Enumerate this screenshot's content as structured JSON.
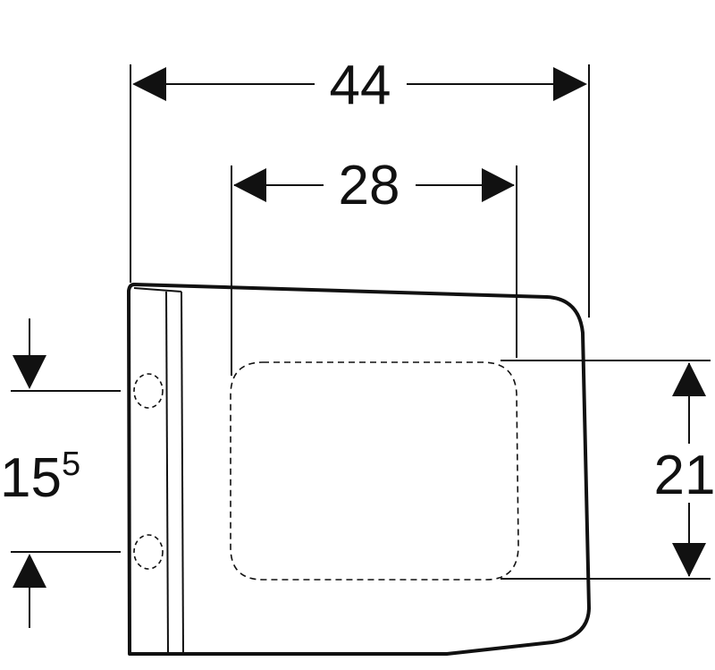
{
  "dimensions": {
    "overall_width": "44",
    "inner_width": "28",
    "inner_height": "21",
    "mount_spacing_main": "15",
    "mount_spacing_sup": "5"
  },
  "colors": {
    "line": "#111111",
    "background": "#ffffff"
  }
}
